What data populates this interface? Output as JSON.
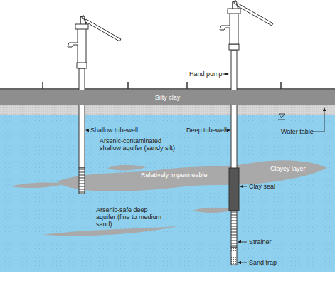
{
  "diagram": {
    "nodes": [
      {
        "text": [
          "Silty clay"
        ]
      }
    ],
    "labels": [
      "Hand pump",
      "Shallow tubewell",
      "Deep tubewell",
      "Water table",
      "Arsenic-contaminated shallow aquifer (sandy silt)",
      "Relatively impermeable",
      "Clayey layer",
      "Arsenic-safe deep aquifer (fine to medium sand)",
      "Clay seal",
      "Strainer",
      "Sand trap"
    ]
  }
}
